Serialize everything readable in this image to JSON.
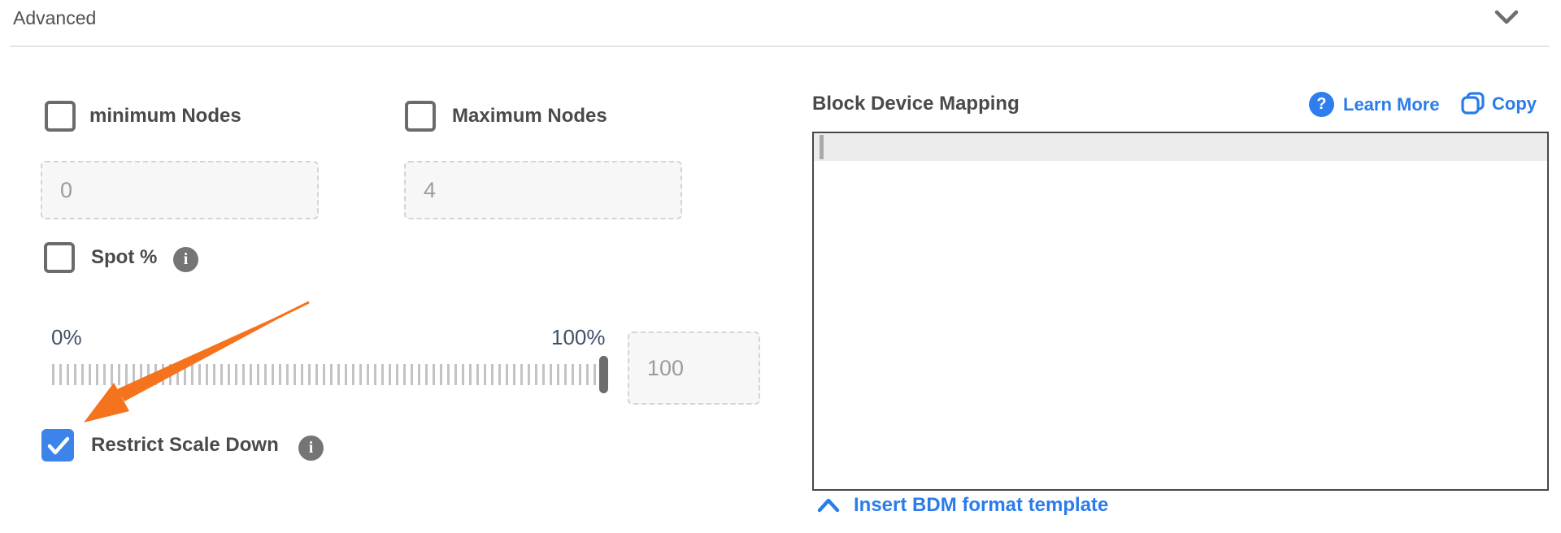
{
  "header": {
    "title": "Advanced"
  },
  "form": {
    "minimum_nodes": {
      "label": "minimum Nodes",
      "checked": false,
      "value": "0"
    },
    "maximum_nodes": {
      "label": "Maximum Nodes",
      "checked": false,
      "value": "4"
    },
    "spot": {
      "label": "Spot %",
      "checked": false
    },
    "slider": {
      "min_label": "0%",
      "max_label": "100%",
      "value": "100"
    },
    "restrict_scale_down": {
      "label": "Restrict Scale Down",
      "checked": true
    }
  },
  "bdm": {
    "title": "Block Device Mapping",
    "learn_more_label": "Learn More",
    "copy_label": "Copy",
    "editor_content": "",
    "template_toggle_label": "Insert BDM format template"
  },
  "icons": {
    "header_collapse": "chevron-down-icon",
    "spot_info": "info-icon",
    "restrict_info": "info-icon",
    "learn_more": "question-circle-icon",
    "copy": "copy-icon",
    "template_toggle": "chevron-up-icon",
    "annotation": "orange-arrow-annotation",
    "info_glyph": "i",
    "question_glyph": "?"
  },
  "colors": {
    "link_blue": "#2b7ce9",
    "accent_blue": "#3c83ea",
    "arrow_orange": "#f4731c",
    "label_gray": "#4a4a4a",
    "slider_label": "#3f5167"
  }
}
